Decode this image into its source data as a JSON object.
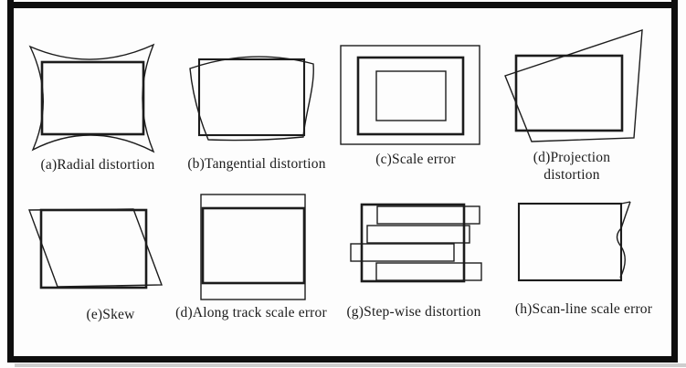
{
  "colors": {
    "ink": "#1c1c1c",
    "frame": "#0e0e0e",
    "paper": "#fdfdfd",
    "shadow": "#c2c2c2"
  },
  "panels": {
    "radial": {
      "label": "(a)Radial distortion"
    },
    "tangential": {
      "label": "(b)Tangential distortion"
    },
    "scale_error": {
      "label": "(c)Scale error"
    },
    "projection": {
      "line1": "(d)Projection",
      "line2": "distortion"
    },
    "skew": {
      "label": "(e)Skew"
    },
    "along_track": {
      "label": "(d)Along track scale error"
    },
    "step_wise": {
      "label": "(g)Step-wise distortion"
    },
    "scan_line": {
      "label": "(h)Scan-line scale error"
    }
  }
}
